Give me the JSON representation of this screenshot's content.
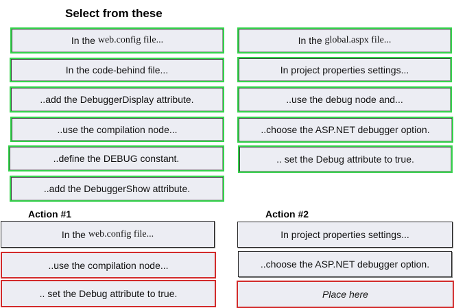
{
  "titles": {
    "choices": "Select from these",
    "action1": "Action #1",
    "action2": "Action #2"
  },
  "choices_left": [
    {
      "prefix": "In the ",
      "serif": "web.config file..."
    },
    {
      "text": "In the code-behind file..."
    },
    {
      "text": "..add the DebuggerDisplay attribute."
    },
    {
      "text": "..use the compilation node..."
    },
    {
      "text": "..define the DEBUG constant."
    },
    {
      "text": "..add the DebuggerShow attribute."
    }
  ],
  "choices_right": [
    {
      "prefix": "In the ",
      "serif": "global.aspx file..."
    },
    {
      "text": "In project properties settings..."
    },
    {
      "text": "..use the debug node and..."
    },
    {
      "text": "..choose the ASP.NET debugger option."
    },
    {
      "text": ".. set the Debug attribute to true."
    }
  ],
  "action1": [
    {
      "prefix": "In the ",
      "serif": "web.config file..."
    },
    {
      "text": "..use the compilation node..."
    },
    {
      "text": ".. set the Debug attribute to true."
    }
  ],
  "action2": [
    {
      "text": "In project properties settings..."
    },
    {
      "text": "..choose the ASP.NET debugger option."
    },
    {
      "text": "Place here"
    }
  ]
}
